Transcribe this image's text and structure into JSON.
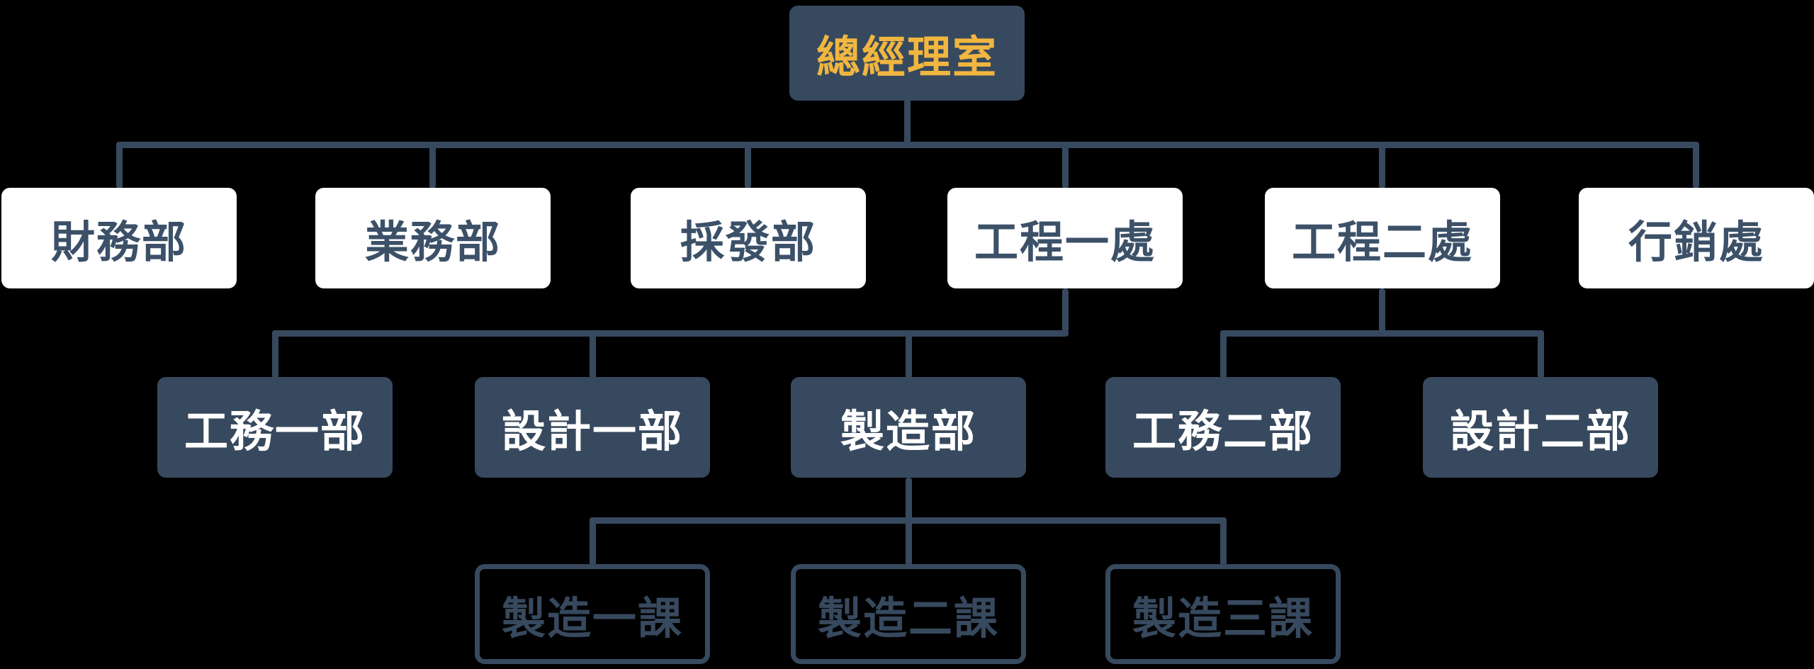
{
  "colors": {
    "background": "#000000",
    "node_fill": "#37495E",
    "connector": "#37495E",
    "root_text": "#F0B640",
    "light_text": "#FFFFFF",
    "dark_text": "#3C5168",
    "white_fill": "#FFFFFF"
  },
  "org_chart": {
    "type": "org-chart",
    "root": {
      "label": "總經理室"
    },
    "level2": [
      {
        "label": "財務部",
        "parent": "總經理室"
      },
      {
        "label": "業務部",
        "parent": "總經理室"
      },
      {
        "label": "採發部",
        "parent": "總經理室"
      },
      {
        "label": "工程一處",
        "parent": "總經理室"
      },
      {
        "label": "工程二處",
        "parent": "總經理室"
      },
      {
        "label": "行銷處",
        "parent": "總經理室"
      }
    ],
    "level3": [
      {
        "label": "工務一部",
        "parent": "工程一處"
      },
      {
        "label": "設計一部",
        "parent": "工程一處"
      },
      {
        "label": "製造部",
        "parent": "工程一處"
      },
      {
        "label": "工務二部",
        "parent": "工程二處"
      },
      {
        "label": "設計二部",
        "parent": "工程二處"
      }
    ],
    "level4": [
      {
        "label": "製造一課",
        "parent": "製造部"
      },
      {
        "label": "製造二課",
        "parent": "製造部"
      },
      {
        "label": "製造三課",
        "parent": "製造部"
      }
    ]
  }
}
